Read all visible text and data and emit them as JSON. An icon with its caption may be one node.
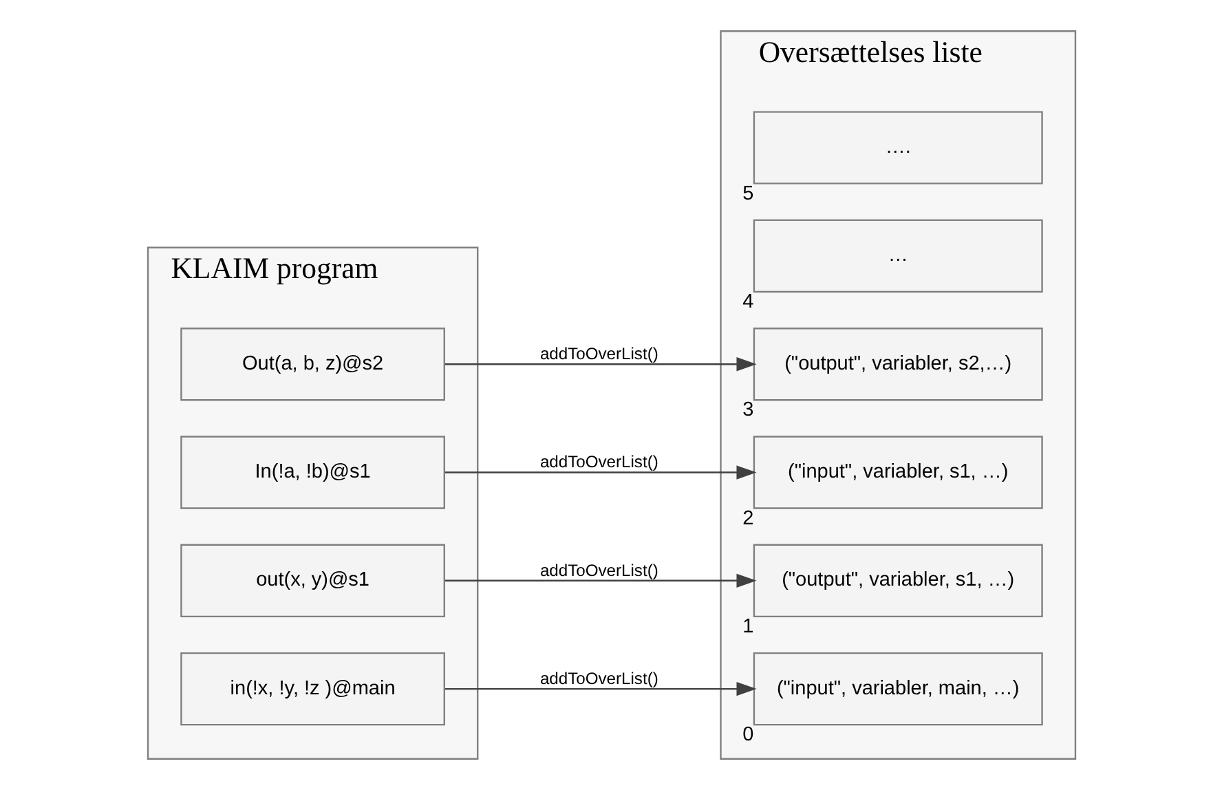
{
  "diagram": {
    "nodes": [
      {
        "text": [
          "KLAIM program"
        ]
      },
      {
        "text": [
          "in(!x, !y, !z )@main"
        ],
        "in": 0
      },
      {
        "text": [
          "out(x, y)@s1"
        ],
        "in": 0
      },
      {
        "text": [
          "In(!a, !b)@s1"
        ],
        "in": 0
      },
      {
        "text": [
          "Out(a, b, z)@s2"
        ],
        "in": 0
      },
      {
        "text": [
          "Oversættelses liste"
        ]
      },
      {
        "text": [
          "(\"input\", variabler, main, …)"
        ],
        "in": 5,
        "beside": [
          "0"
        ]
      },
      {
        "text": [
          "(\"output\", variabler, s1, …)"
        ],
        "in": 5,
        "beside": [
          "1"
        ]
      },
      {
        "text": [
          "(\"input\", variabler, s1, …)"
        ],
        "in": 5,
        "beside": [
          "2"
        ]
      },
      {
        "text": [
          "(\"output\", variabler, s2,…)"
        ],
        "in": 5,
        "beside": [
          "3"
        ]
      },
      {
        "text": [
          "…"
        ],
        "in": 5,
        "beside": [
          "4"
        ]
      },
      {
        "text": [
          "…."
        ],
        "in": 5,
        "beside": [
          "5"
        ]
      }
    ],
    "edges": [
      {
        "from": 1,
        "to": 6,
        "arrow": "to",
        "label": "addToOverList()"
      },
      {
        "from": 2,
        "to": 7,
        "arrow": "to",
        "label": "addToOverList()"
      },
      {
        "from": 3,
        "to": 8,
        "arrow": "to",
        "label": "addToOverList()"
      },
      {
        "from": 4,
        "to": 9,
        "arrow": "to",
        "label": "addToOverList()"
      }
    ]
  }
}
